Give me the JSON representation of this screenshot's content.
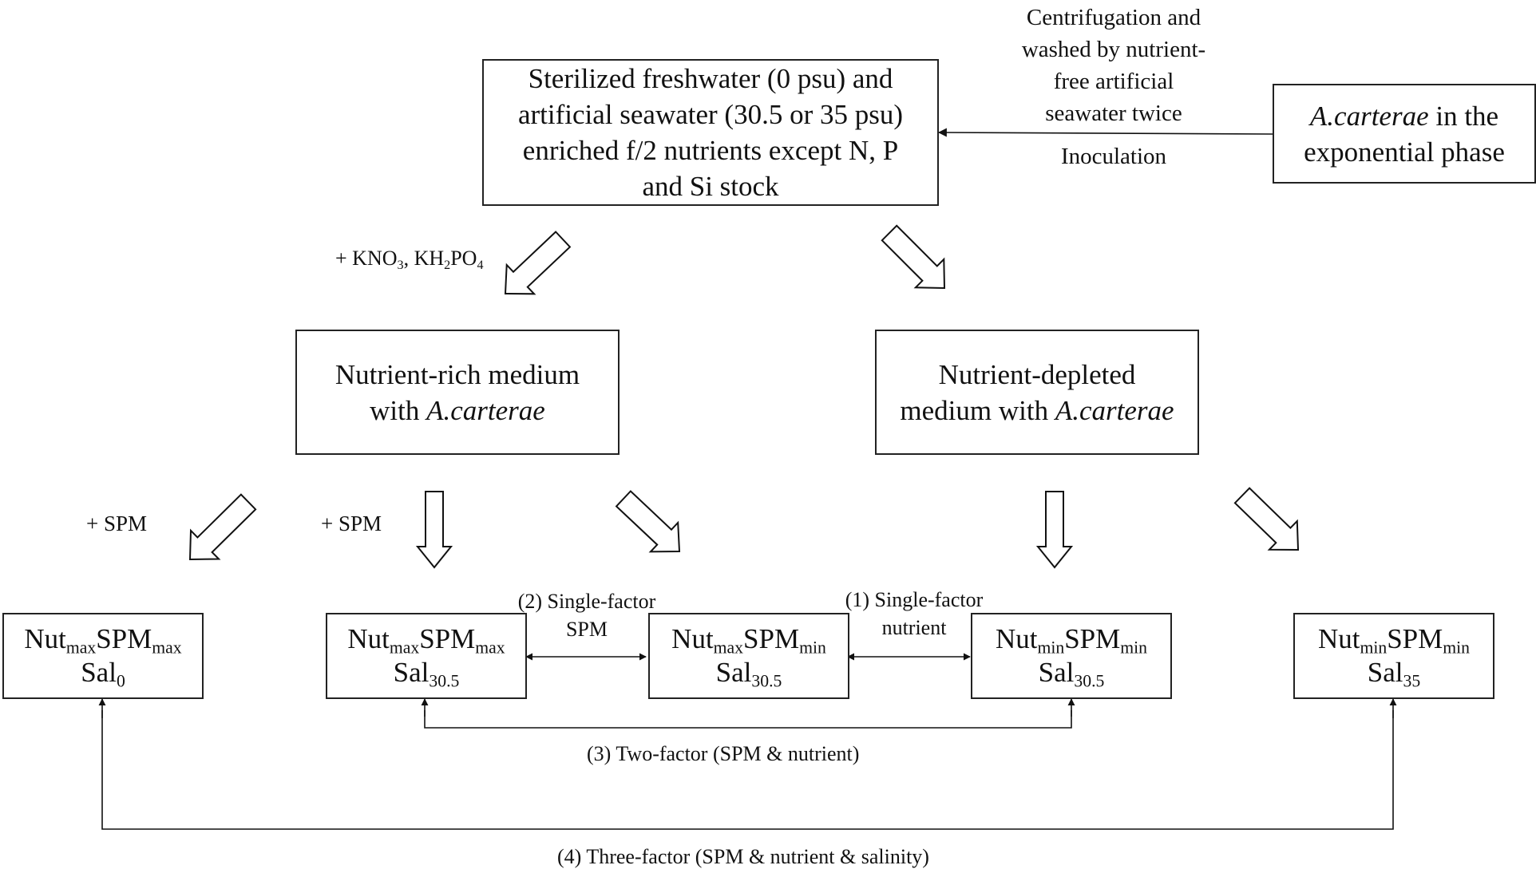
{
  "top_box": {
    "lines": [
      "Sterilized freshwater (0 psu) and",
      "artificial seawater (30.5 or 35 psu)",
      "enriched f/2 nutrients except N, P",
      "and Si stock"
    ]
  },
  "source_box": {
    "species": "A.carterae",
    "text1": " in the",
    "text2": "exponential phase"
  },
  "centrifugation": {
    "lines": [
      "Centrifugation and",
      "washed by nutrient-",
      "free artificial",
      "seawater twice"
    ]
  },
  "inoculation": "Inoculation",
  "nutrient_addition": {
    "prefix": "+ KNO",
    "s1": "3",
    "mid": ", KH",
    "s2": "2",
    "mid2": "PO",
    "s3": "4"
  },
  "rich_box": {
    "line1": "Nutrient-rich medium",
    "line2_prefix": "with ",
    "species": "A.carterae"
  },
  "depleted_box": {
    "line1": "Nutrient-depleted",
    "line2_prefix": "medium with ",
    "species": "A.carterae"
  },
  "spm_left": "+ SPM",
  "spm_mid": "+ SPM",
  "treatments": [
    {
      "n": "Nut",
      "ns": "max",
      "s": "SPM",
      "ss": "max",
      "sal": "Sal",
      "sals": "0"
    },
    {
      "n": "Nut",
      "ns": "max",
      "s": "SPM",
      "ss": "max",
      "sal": "Sal",
      "sals": "30.5"
    },
    {
      "n": "Nut",
      "ns": "max",
      "s": "SPM",
      "ss": "min",
      "sal": "Sal",
      "sals": "30.5"
    },
    {
      "n": "Nut",
      "ns": "min",
      "s": "SPM",
      "ss": "min",
      "sal": "Sal",
      "sals": "30.5"
    },
    {
      "n": "Nut",
      "ns": "min",
      "s": "SPM",
      "ss": "min",
      "sal": "Sal",
      "sals": "35"
    }
  ],
  "comparisons": {
    "single_spm": [
      "(2) Single-factor",
      "SPM"
    ],
    "single_nutrient": [
      "(1) Single-factor",
      "nutrient"
    ],
    "two_factor": "(3)  Two-factor (SPM & nutrient)",
    "three_factor": "(4) Three-factor (SPM & nutrient & salinity)"
  }
}
